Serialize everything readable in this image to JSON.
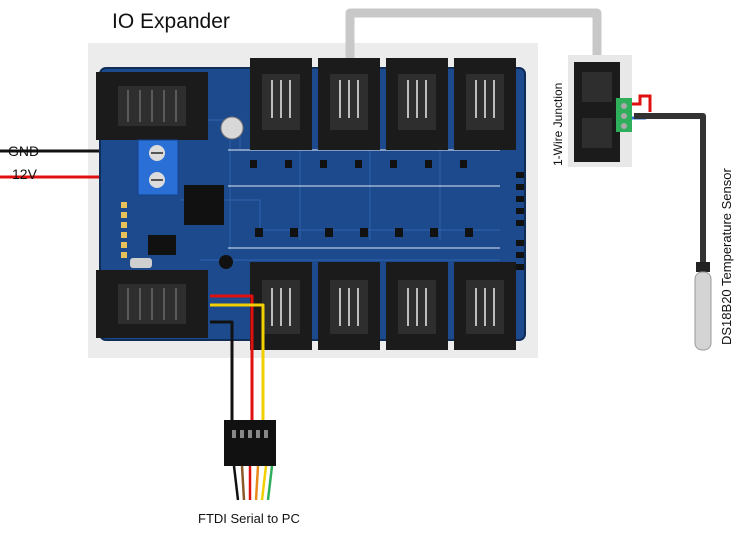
{
  "title": "IO Expander",
  "labels": {
    "gnd": "GND",
    "v12": "12V",
    "ftdi": "FTDI Serial to PC",
    "junction": "1-Wire Junction",
    "sensor": "DS18B20 Temperature Sensor"
  },
  "colors": {
    "pcb": "#1d4a8c",
    "pcb_dark": "#163a6e",
    "wire_gray": "#c8c8c8",
    "wire_red": "#e01010",
    "wire_black": "#111111",
    "wire_yellow": "#f2d000",
    "jack": "#1b1b1b",
    "terminal_blue": "#2a6fd6",
    "terminal_green": "#2fae5b"
  }
}
